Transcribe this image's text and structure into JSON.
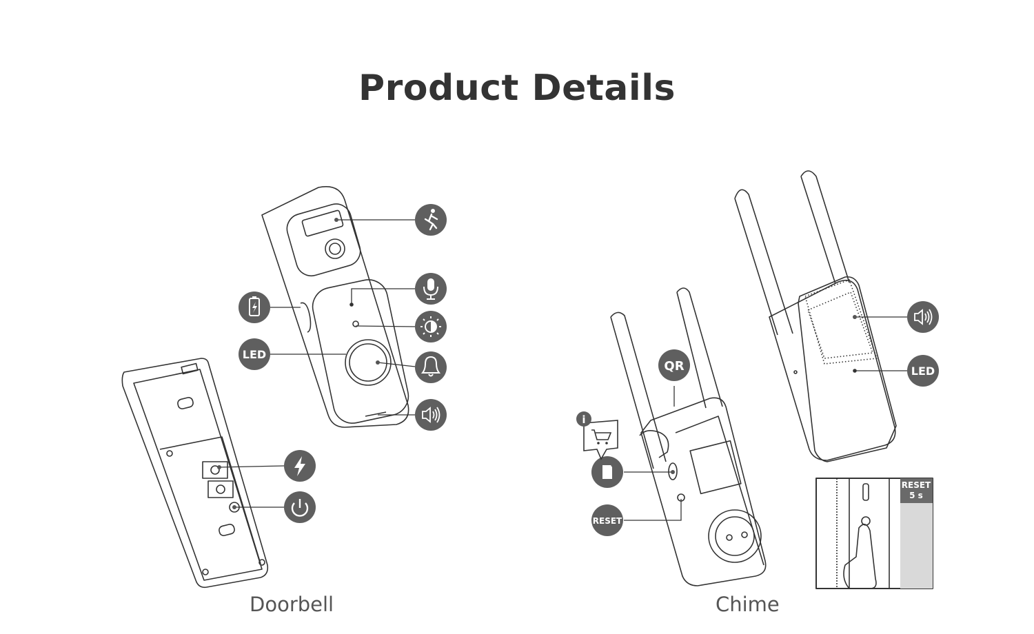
{
  "title": "Product Details",
  "captions": {
    "doorbell": "Doorbell",
    "chime": "Chime"
  },
  "colors": {
    "badge": "#5f5f5f",
    "line": "#333333",
    "title": "#333333"
  },
  "doorbell_callouts": [
    {
      "icon": "motion-sensor-icon"
    },
    {
      "icon": "microphone-icon"
    },
    {
      "icon": "light-sensor-icon"
    },
    {
      "icon": "bell-icon"
    },
    {
      "icon": "speaker-icon"
    },
    {
      "icon": "battery-icon"
    },
    {
      "label": "LED"
    },
    {
      "icon": "power-input-icon"
    },
    {
      "icon": "power-button-icon"
    }
  ],
  "chime_callouts": {
    "qr": "QR",
    "led": "LED",
    "reset": "RESET",
    "reset_inset": "RESET",
    "reset_duration": "5 s",
    "info": "i"
  }
}
